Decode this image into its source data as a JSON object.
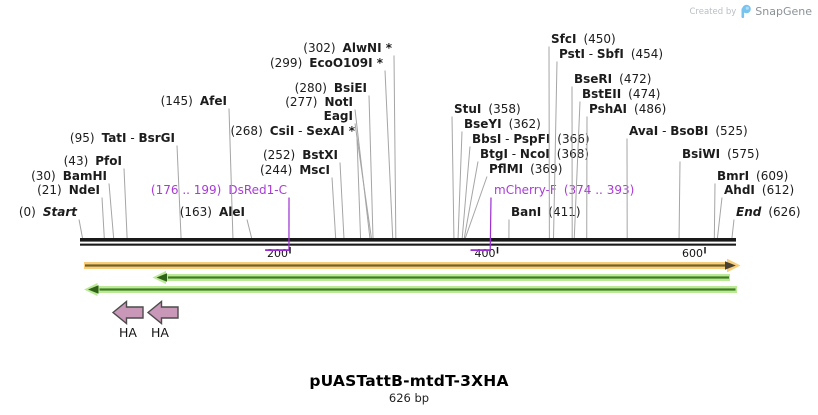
{
  "watermark": {
    "created_by": "Created by",
    "brand": "SnapGene"
  },
  "map": {
    "title": "pUASTattB-mtdT-3XHA",
    "length_label": "626 bp",
    "ruler": {
      "ticks": [
        {
          "label": "200",
          "bp": 200
        },
        {
          "label": "400",
          "bp": 400
        },
        {
          "label": "600",
          "bp": 600
        }
      ]
    },
    "sites": [
      {
        "pos": "(302)",
        "name": "AlwNI *",
        "bp": 302,
        "side": "left"
      },
      {
        "pos": "(299)",
        "name": "EcoO109I *",
        "bp": 299,
        "side": "left"
      },
      {
        "pos": "(280)",
        "name": "BsiEI",
        "bp": 280,
        "side": "left"
      },
      {
        "pos": "(277)",
        "name": "NotI",
        "bp": 277,
        "side": "left"
      },
      {
        "pos": "",
        "name": "EagI",
        "bp": 277,
        "side": "left"
      },
      {
        "pos": "(145)",
        "name": "AfeI",
        "bp": 145,
        "side": "left"
      },
      {
        "pos": "(268)",
        "name": "CsiI - SexAI *",
        "bp": 268,
        "side": "left"
      },
      {
        "pos": "(95)",
        "name": "TatI - BsrGI",
        "bp": 95,
        "side": "left"
      },
      {
        "pos": "(252)",
        "name": "BstXI",
        "bp": 252,
        "side": "left"
      },
      {
        "pos": "(244)",
        "name": "MscI",
        "bp": 244,
        "side": "left"
      },
      {
        "pos": "(43)",
        "name": "PfoI",
        "bp": 43,
        "side": "left"
      },
      {
        "pos": "(30)",
        "name": "BamHI",
        "bp": 30,
        "side": "left"
      },
      {
        "pos": "(21)",
        "name": "NdeI",
        "bp": 21,
        "side": "left"
      },
      {
        "pos": "(0)",
        "name": "Start",
        "bp": 0,
        "side": "left"
      },
      {
        "pos": "(163)",
        "name": "AleI",
        "bp": 163,
        "side": "left"
      },
      {
        "pos": "(450)",
        "name": "SfcI",
        "bp": 450,
        "side": "right"
      },
      {
        "pos": "(454)",
        "name": "PstI - SbfI",
        "bp": 454,
        "side": "right"
      },
      {
        "pos": "(472)",
        "name": "BseRI",
        "bp": 472,
        "side": "right"
      },
      {
        "pos": "(474)",
        "name": "BstEII",
        "bp": 474,
        "side": "right"
      },
      {
        "pos": "(486)",
        "name": "PshAI",
        "bp": 486,
        "side": "right"
      },
      {
        "pos": "(358)",
        "name": "StuI",
        "bp": 358,
        "side": "right"
      },
      {
        "pos": "(362)",
        "name": "BseYI",
        "bp": 362,
        "side": "right"
      },
      {
        "pos": "(366)",
        "name": "BbsI - PspFI",
        "bp": 366,
        "side": "right"
      },
      {
        "pos": "(368)",
        "name": "BtgI - NcoI",
        "bp": 368,
        "side": "right"
      },
      {
        "pos": "(369)",
        "name": "PflMI",
        "bp": 369,
        "side": "right"
      },
      {
        "pos": "(525)",
        "name": "AvaI - BsoBI",
        "bp": 525,
        "side": "right"
      },
      {
        "pos": "(575)",
        "name": "BsiWI",
        "bp": 575,
        "side": "right"
      },
      {
        "pos": "(609)",
        "name": "BmrI",
        "bp": 609,
        "side": "right"
      },
      {
        "pos": "(612)",
        "name": "AhdI",
        "bp": 612,
        "side": "right"
      },
      {
        "pos": "(411)",
        "name": "BanI",
        "bp": 411,
        "side": "right"
      },
      {
        "pos": "(626)",
        "name": "End",
        "bp": 626,
        "side": "right"
      }
    ],
    "primers": [
      {
        "pos": "(176 .. 199)",
        "name": "DsRed1-C",
        "bp_start": 176,
        "bp_end": 199,
        "side": "left"
      },
      {
        "pos": "(374 .. 393)",
        "name": "mCherry-F",
        "bp_start": 374,
        "bp_end": 393,
        "side": "right"
      }
    ],
    "ha_labels": [
      "HA",
      "HA"
    ],
    "colors": {
      "site_text": "#1C1C1C",
      "primer_text": "#A93BD6",
      "primer_line": "#9B2FD0",
      "leader_line": "#A5A5A5",
      "ruler_bar": "#191919",
      "forward_strand_fill": "#F8CE7C",
      "forward_strand_core": "#6F6222",
      "reverse_strand_fill": "#BCE998",
      "reverse_strand_core": "#3E7C20",
      "arrowhead_dark": "#474135",
      "ha_fill": "#C997B8",
      "ha_stroke": "#4C4C4C"
    }
  }
}
